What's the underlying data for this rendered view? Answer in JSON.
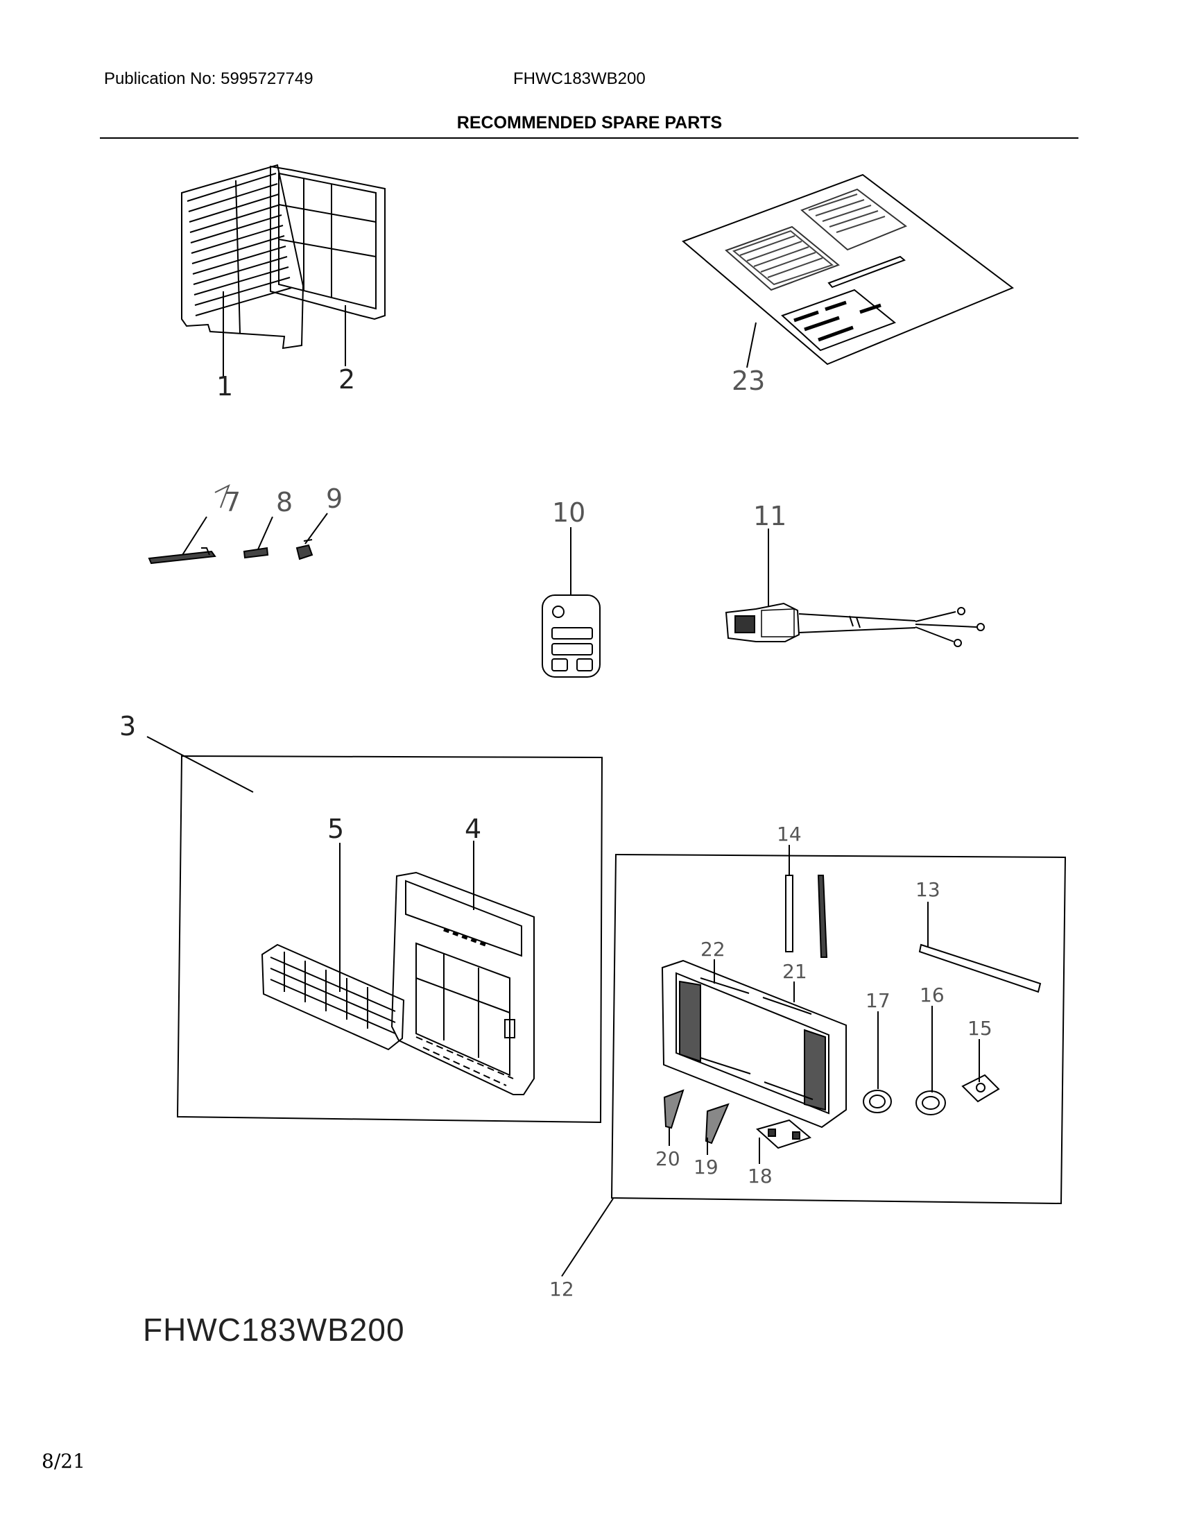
{
  "header": {
    "publication": "Publication No: 5995727749",
    "model": "FHWC183WB200",
    "title": "RECOMMENDED SPARE PARTS"
  },
  "callouts": {
    "c1": "1",
    "c2": "2",
    "c3": "3",
    "c4": "4",
    "c5": "5",
    "c7": "7",
    "c8": "8",
    "c9": "9",
    "c10": "10",
    "c11": "11",
    "c12": "12",
    "c13": "13",
    "c14": "14",
    "c15": "15",
    "c16": "16",
    "c17": "17",
    "c18": "18",
    "c19": "19",
    "c20": "20",
    "c21": "21",
    "c22": "22",
    "c23": "23"
  },
  "footer": {
    "model": "FHWC183WB200",
    "page": "8/21"
  }
}
